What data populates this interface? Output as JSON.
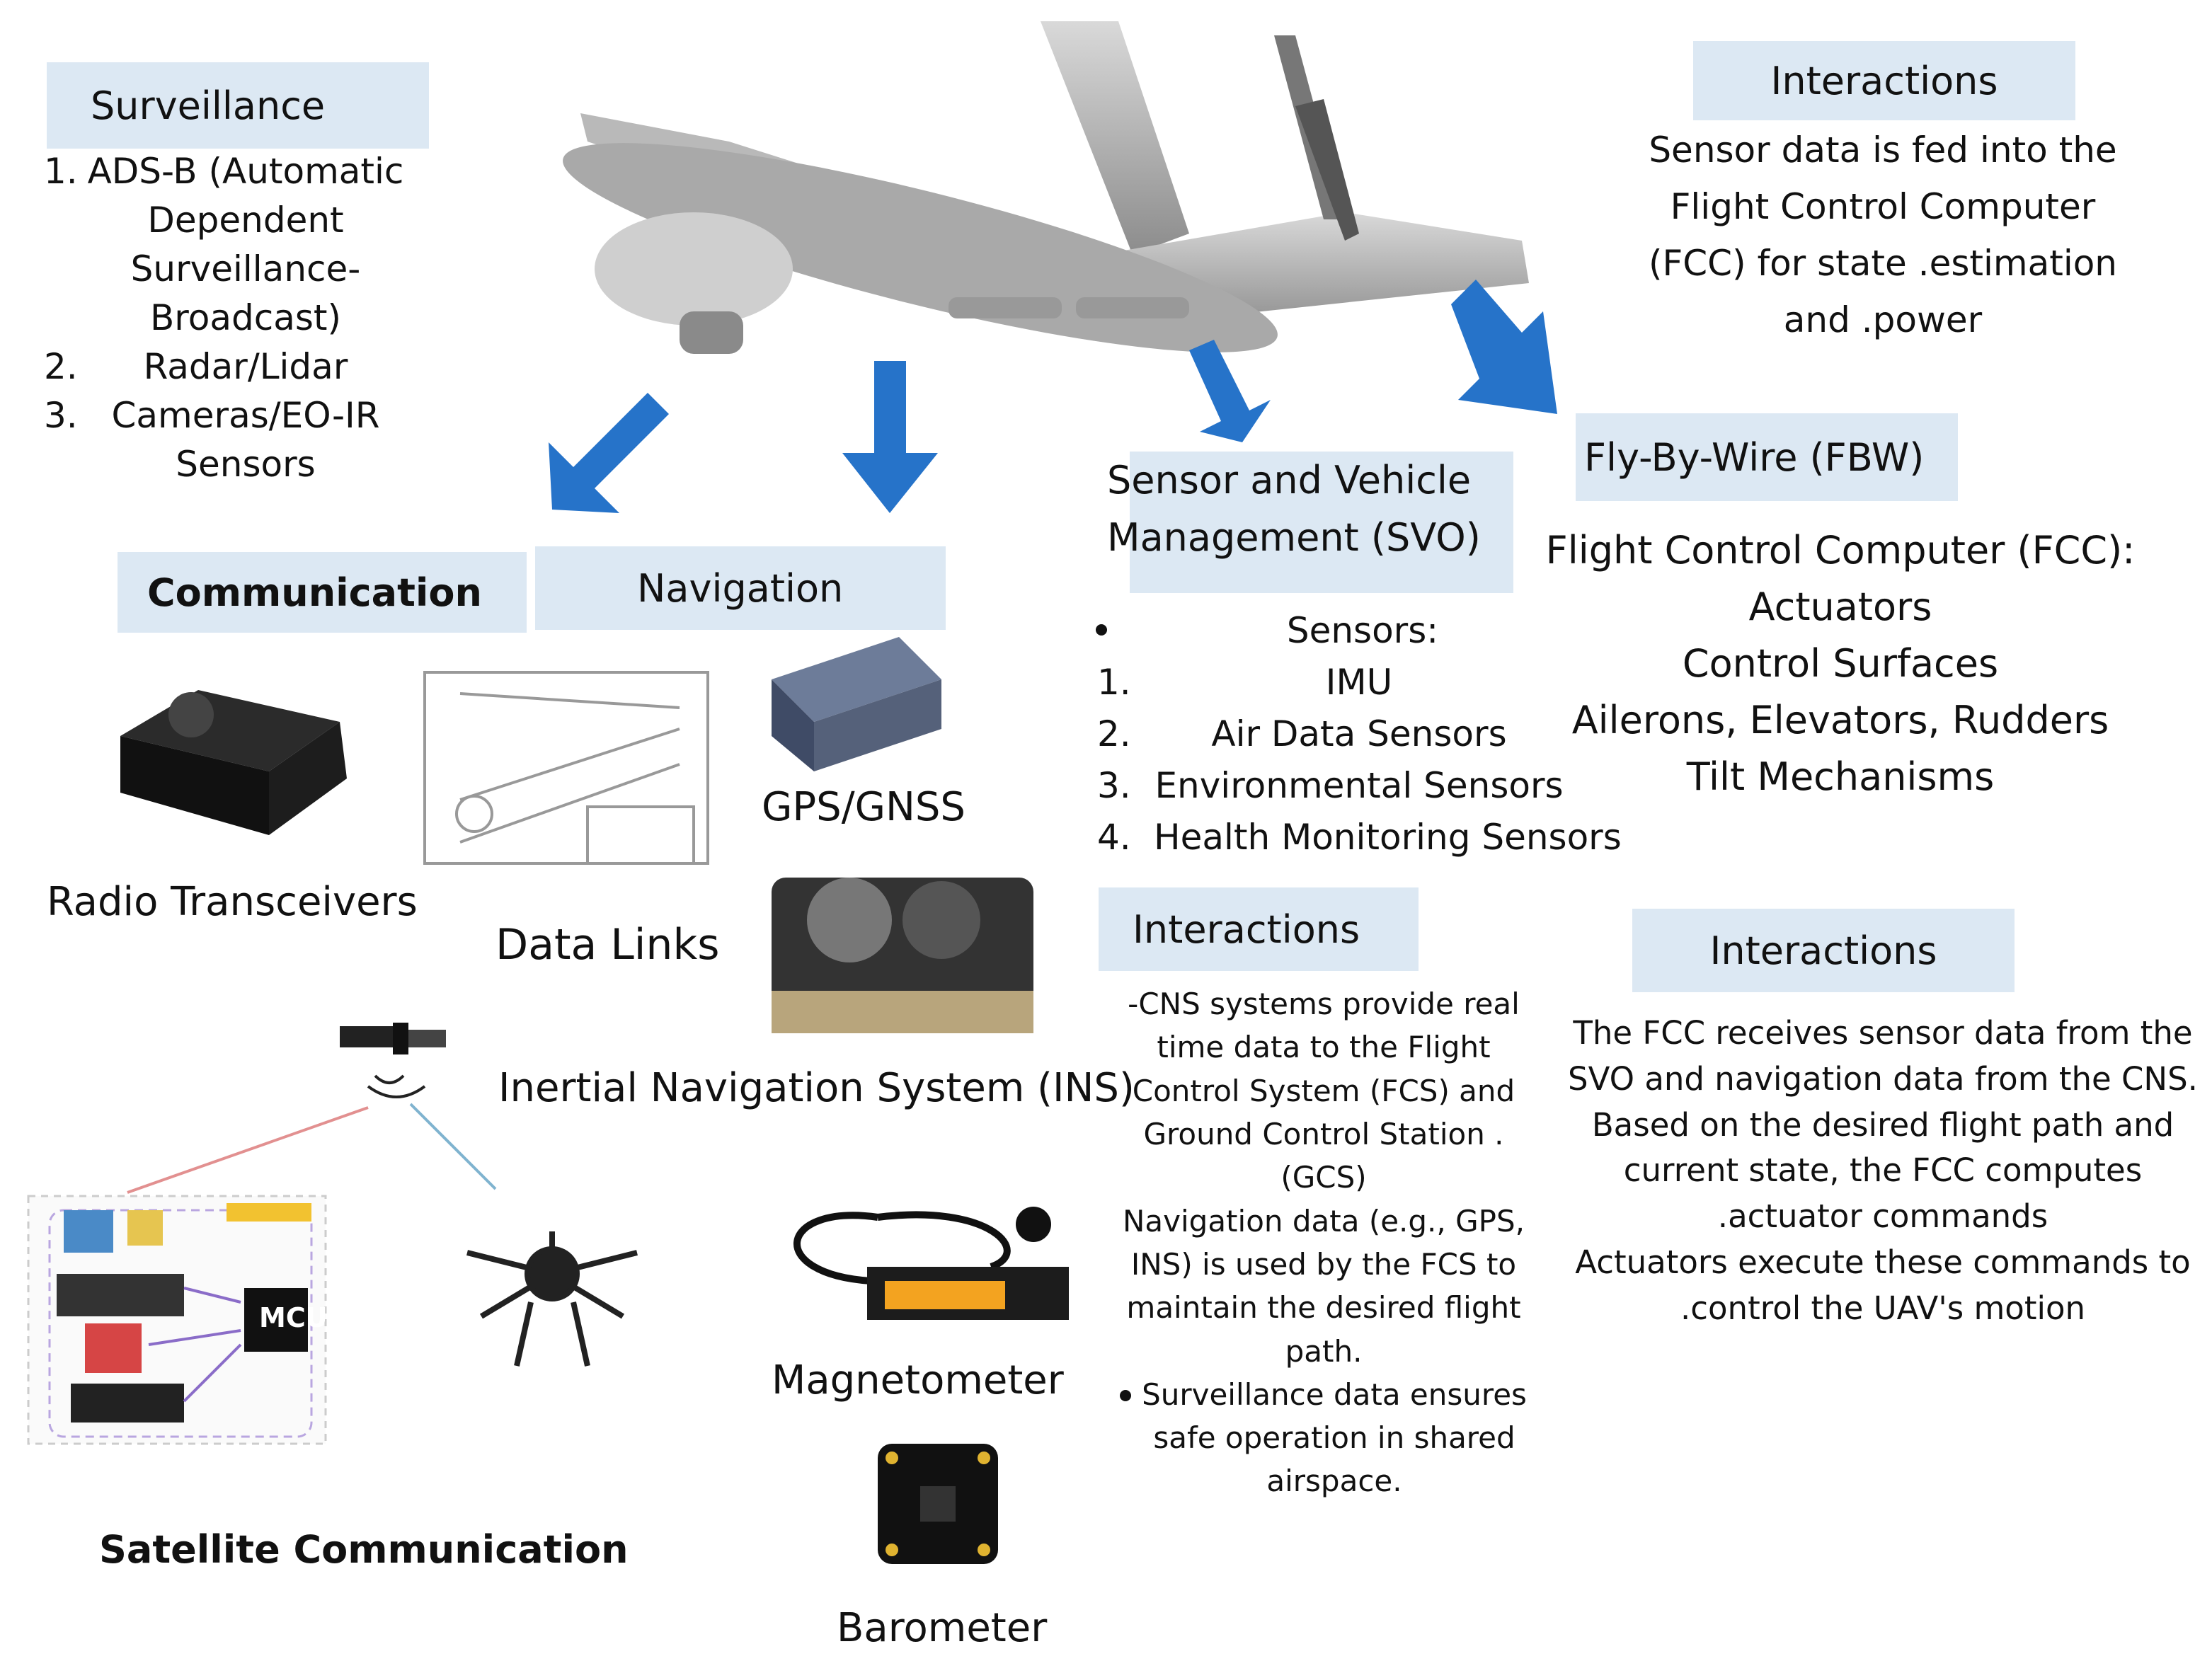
{
  "surveillance": {
    "title": "Surveillance",
    "items": [
      {
        "num": "1.",
        "text": "ADS-B (Automatic Dependent Surveillance-Broadcast)"
      },
      {
        "num": "2.",
        "text": "Radar/Lidar"
      },
      {
        "num": "3.",
        "text": "Cameras/EO-IR Sensors"
      }
    ]
  },
  "top_interactions": {
    "title": "Interactions",
    "text": "Sensor data is fed into the Flight Control Computer (FCC) for state .estimation and .power"
  },
  "communication": {
    "title": "Communication"
  },
  "navigation": {
    "title": "Navigation"
  },
  "svo": {
    "title": "Sensor and Vehicle Management (SVO)",
    "heading": "Sensors:",
    "items": [
      {
        "num": "1.",
        "text": "IMU"
      },
      {
        "num": "2.",
        "text": "Air Data Sensors"
      },
      {
        "num": "3.",
        "text": "Environmental Sensors"
      },
      {
        "num": "4.",
        "text": "Health Monitoring Sensors"
      }
    ]
  },
  "fbw": {
    "title": "Fly-By-Wire (FBW)",
    "lines": [
      "Flight Control Computer (FCC):",
      "Actuators",
      "Control Surfaces",
      "Ailerons, Elevators, Rudders",
      "Tilt Mechanisms"
    ]
  },
  "labels": {
    "radio": "Radio Transceivers",
    "data_links": "Data Links",
    "gps": "GPS/GNSS",
    "ins": "Inertial Navigation System (INS)",
    "satellite": "Satellite Communication",
    "magnetometer": "Magnetometer",
    "barometer": "Barometer"
  },
  "cns_interactions": {
    "title": "Interactions",
    "p1": "-CNS systems provide real time data to the Flight Control System (FCS) and Ground Control Station .(GCS)",
    "p2": "Navigation data (e.g., GPS, INS) is used by the FCS to maintain the desired flight path.",
    "bullet": "Surveillance data ensures safe operation in shared airspace."
  },
  "fcc_interactions": {
    "title": "Interactions",
    "p1": "The FCC receives sensor data from the SVO and navigation data from the CNS. Based on the desired flight path and current state, the FCC computes .actuator commands",
    "p2": "Actuators execute these commands to .control the UAV's motion"
  },
  "mcu_label": "MCU",
  "colors": {
    "header_bg": "#dce8f3",
    "arrow": "#2673c9"
  }
}
